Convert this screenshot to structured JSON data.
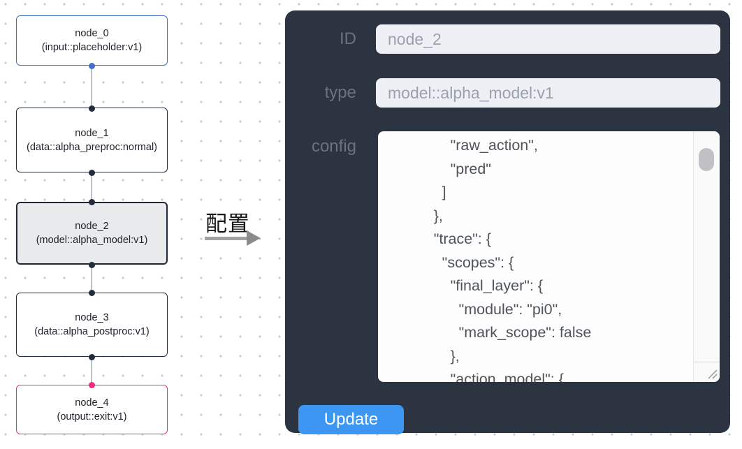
{
  "canvas": {
    "nodes": [
      {
        "name": "node_0",
        "type_label": "(input::placeholder:v1)",
        "variant": "input"
      },
      {
        "name": "node_1",
        "type_label": "(data::alpha_preproc:normal)",
        "variant": "default"
      },
      {
        "name": "node_2",
        "type_label": "(model::alpha_model:v1)",
        "variant": "selected"
      },
      {
        "name": "node_3",
        "type_label": "(data::alpha_postproc:v1)",
        "variant": "default"
      },
      {
        "name": "node_4",
        "type_label": "(output::exit:v1)",
        "variant": "output"
      }
    ]
  },
  "annotation": {
    "label": "配置"
  },
  "panel": {
    "fields": [
      {
        "label": "ID",
        "value": "node_2"
      },
      {
        "label": "type",
        "value": "model::alpha_model:v1"
      }
    ],
    "config_label": "config",
    "config_text": "              \"raw_action\",\n              \"pred\"\n            ]\n          },\n          \"trace\": {\n            \"scopes\": {\n              \"final_layer\": {\n                \"module\": \"pi0\",\n                \"mark_scope\": false\n              },\n              \"action_model\": {",
    "update_label": "Update"
  },
  "colors": {
    "panel_bg": "#2c3442",
    "button_blue": "#3e96f3",
    "node_input_border": "#4170c9",
    "node_selected_border": "#1f2836",
    "node_selected_bg": "#e9eaec",
    "node_output_border": "#ee2b7c",
    "edge": "#bcc1c8",
    "input_bg": "#eef0f5",
    "label_gray": "#6b7280"
  }
}
